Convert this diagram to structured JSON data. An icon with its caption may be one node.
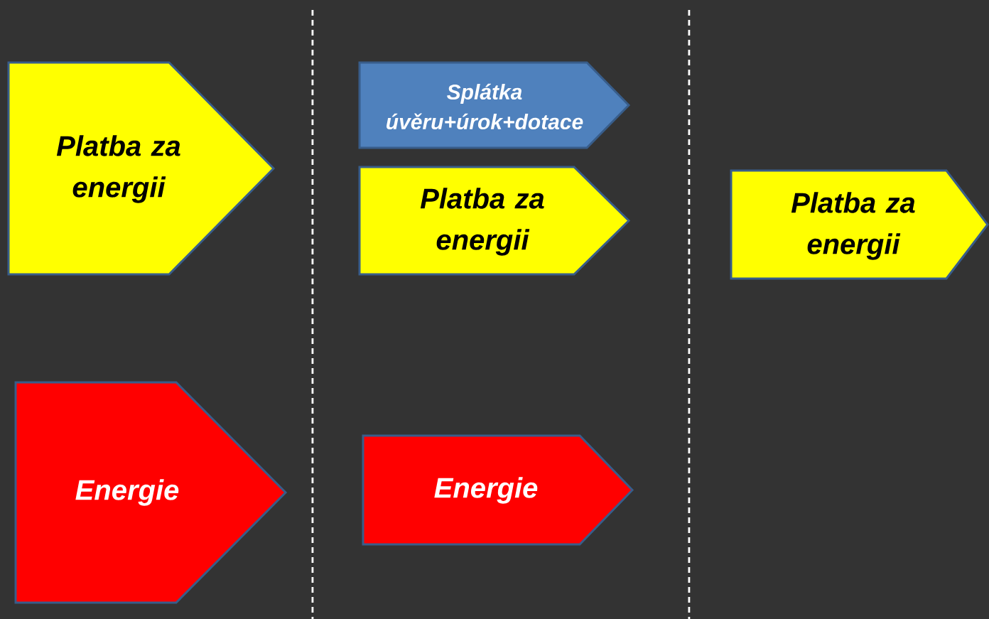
{
  "diagram": {
    "nodes": [
      {
        "text": [
          "Platba za energii"
        ]
      },
      {
        "text": [
          "Splátka úvěru+úrok+dotace"
        ]
      },
      {
        "text": [
          "Platba za energii"
        ]
      },
      {
        "text": [
          "Platba za energii"
        ]
      },
      {
        "text": [
          "Energie"
        ]
      },
      {
        "text": [
          "Energie"
        ]
      }
    ]
  }
}
